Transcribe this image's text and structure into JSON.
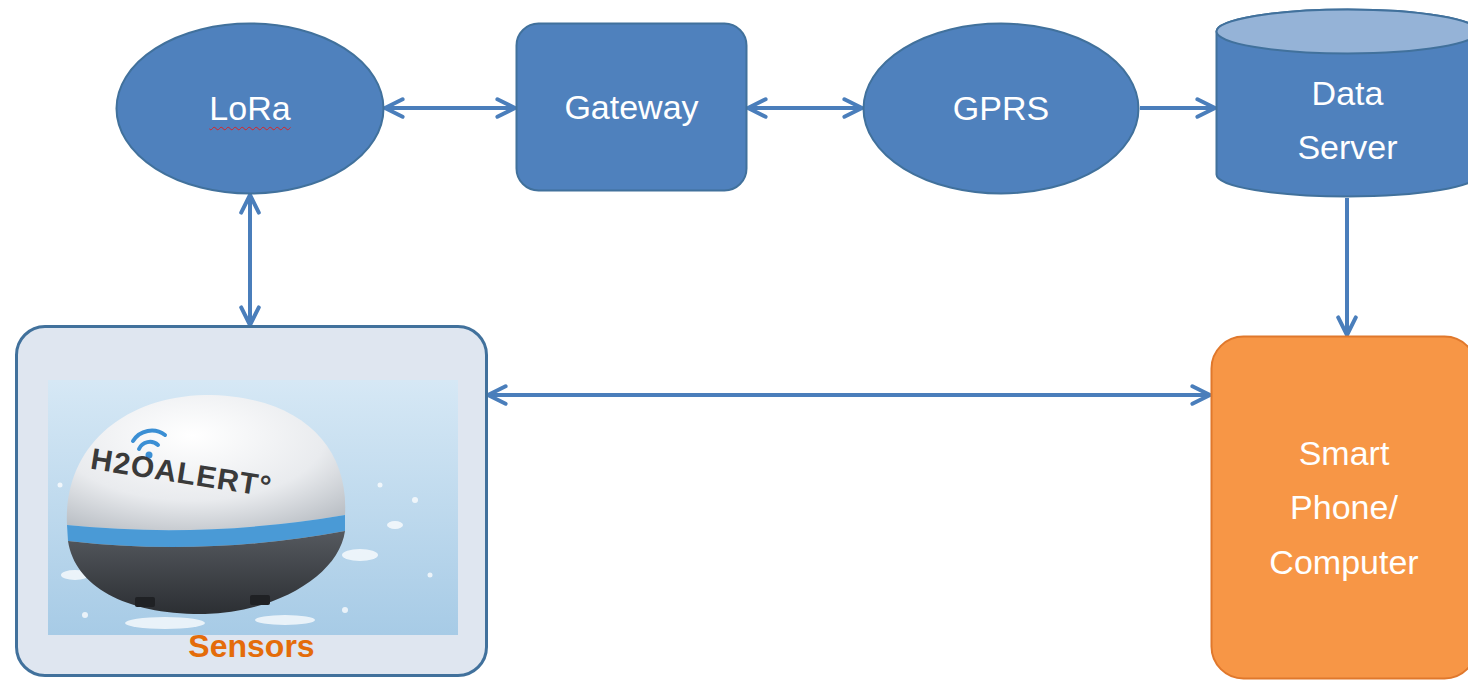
{
  "diagram": {
    "nodes": [
      {
        "text": [
          "LoRa"
        ]
      },
      {
        "text": [
          "Gateway"
        ]
      },
      {
        "text": [
          "GPRS"
        ]
      },
      {
        "text": [
          "Data Server"
        ]
      },
      {
        "text": [
          "Sensors"
        ]
      },
      {
        "text": [
          "Smart Phone/ Computer"
        ]
      }
    ],
    "edges": [
      {
        "from": 0,
        "to": 1,
        "arrow": "both"
      },
      {
        "from": 1,
        "to": 2,
        "arrow": "both"
      },
      {
        "from": 2,
        "to": 3,
        "arrow": "to"
      },
      {
        "from": 0,
        "to": 4,
        "arrow": "both"
      },
      {
        "from": 3,
        "to": 5,
        "arrow": "to"
      },
      {
        "from": 4,
        "to": 5,
        "arrow": "both"
      }
    ],
    "labels": [
      "H2OALERT°"
    ]
  }
}
